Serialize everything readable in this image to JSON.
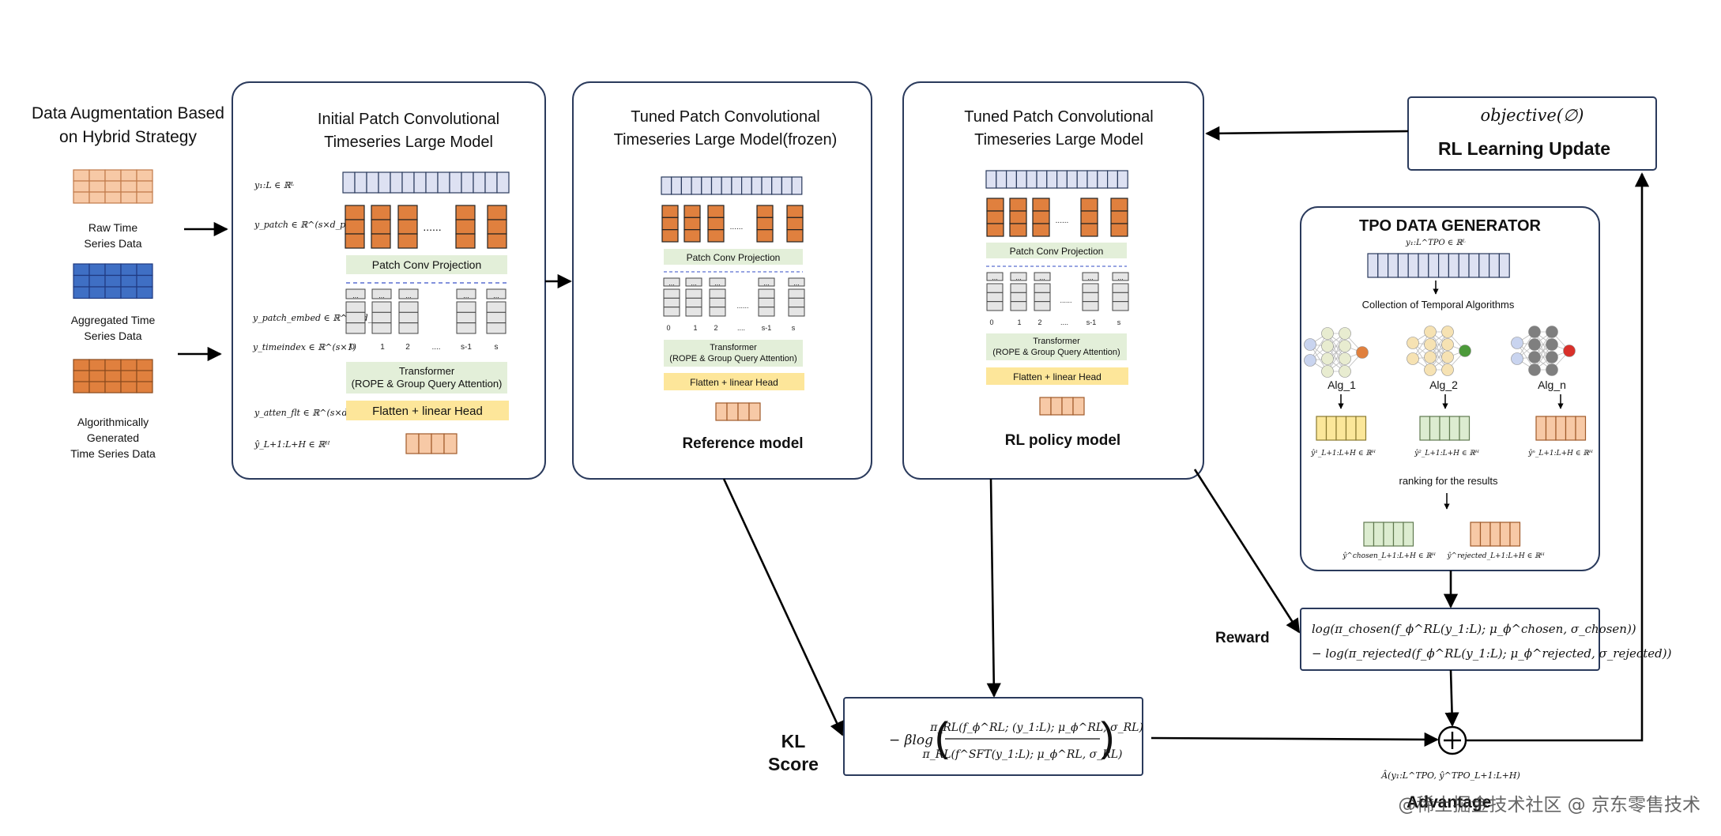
{
  "left": {
    "title_line1": "Data Augmentation Based",
    "title_line2": "on Hybrid Strategy",
    "raw_line1": "Raw Time",
    "raw_line2": "Series Data",
    "agg_line1": "Aggregated Time",
    "agg_line2": "Series Data",
    "alg_line1": "Algorithmically",
    "alg_line2": "Generated",
    "alg_line3": "Time Series Data"
  },
  "initial_model": {
    "title_line1": "Initial Patch Convolutional",
    "title_line2": "Timeseries Large Model",
    "y_input": "y₁:L ∈ ℝᴸ",
    "y_patch": "y_patch ∈ ℝ^(s×d_p)",
    "y_patch_embed": "y_patch_embed ∈ ℝ^(s×d_e)",
    "y_timeindex": "y_timeindex ∈ ℝ^(s×1)",
    "y_atten": "y_atten_flt ∈ ℝ^(s×d_e)",
    "y_out": "ŷ_L+1:L+H ∈ ℝᴴ",
    "patch_conv": "Patch Conv Projection",
    "transformer_line1": "Transformer",
    "transformer_line2": "(ROPE  & Group Query Attention)",
    "flatten": "Flatten + linear Head",
    "dots": "......",
    "idx": [
      "0",
      "1",
      "2",
      "....",
      "s-1",
      "s"
    ]
  },
  "reference_model": {
    "title_line1": "Tuned Patch Convolutional",
    "title_line2": "Timeseries Large Model(frozen)",
    "patch_conv": "Patch Conv Projection",
    "transformer_line1": "Transformer",
    "transformer_line2": "(ROPE  & Group Query Attention)",
    "flatten": "Flatten + linear Head",
    "caption": "Reference model"
  },
  "policy_model": {
    "title_line1": "Tuned Patch Convolutional",
    "title_line2": "Timeseries Large Model",
    "patch_conv": "Patch Conv Projection",
    "transformer_line1": "Transformer",
    "transformer_line2": "(ROPE  & Group Query Attention)",
    "flatten": "Flatten + linear Head",
    "caption": "RL policy model"
  },
  "rl_update": {
    "objective": "objective(∅)",
    "label": "RL Learning Update"
  },
  "tpo": {
    "title": "TPO DATA GENERATOR",
    "input": "y₁:L^TPO ∈ ℝᴸ",
    "collection": "Collection of Temporal Algorithms",
    "alg1": "Alg_1",
    "alg2": "Alg_2",
    "algn": "Alg_n",
    "out1": "ŷ¹_L+1:L+H ∈ ℝᴴ",
    "out2": "ŷ²_L+1:L+H ∈ ℝᴴ",
    "outn": "ŷⁿ_L+1:L+H ∈ ℝᴴ",
    "ranking": "ranking for the results",
    "chosen": "ŷ^chosen_L+1:L+H ∈ ℝᴴ",
    "rejected": "ŷ^rejected_L+1:L+H ∈ ℝᴴ"
  },
  "reward": {
    "label": "Reward",
    "line1": "log(π_chosen(f_ϕ^RL(y_1:L); μ_ϕ^chosen, σ_chosen))",
    "line2": "− log(π_rejected(f_ϕ^RL(y_1:L); μ_ϕ^rejected, σ_rejected))"
  },
  "kl": {
    "label_line1": "KL",
    "label_line2": "Score",
    "prefix": "− βlog",
    "numerator": "π_RL(f_ϕ^RL; (y_1:L); μ_ϕ^RL, σ_RL)",
    "denominator": "π_RL(f^SFT(y_1:L); μ_ϕ^RL, σ_RL)"
  },
  "advantage": {
    "formula": "Â(y₁:L^TPO, ŷ^TPO_L+1:L+H)",
    "label": "Advantage"
  },
  "watermark": "@稀土掘金技术社区 @ 京东零售技术",
  "colors": {
    "orange": "#e0803e",
    "light_orange": "#f7c9a6",
    "blue_grid": "#3f6fc4",
    "lavender": "#dde1f2",
    "green_band": "#e3efd9",
    "yellow_band": "#fde69a",
    "yellow_cells": "#fbe79a",
    "green_cells": "#dcecd0",
    "outline": "#2a3a5c"
  }
}
